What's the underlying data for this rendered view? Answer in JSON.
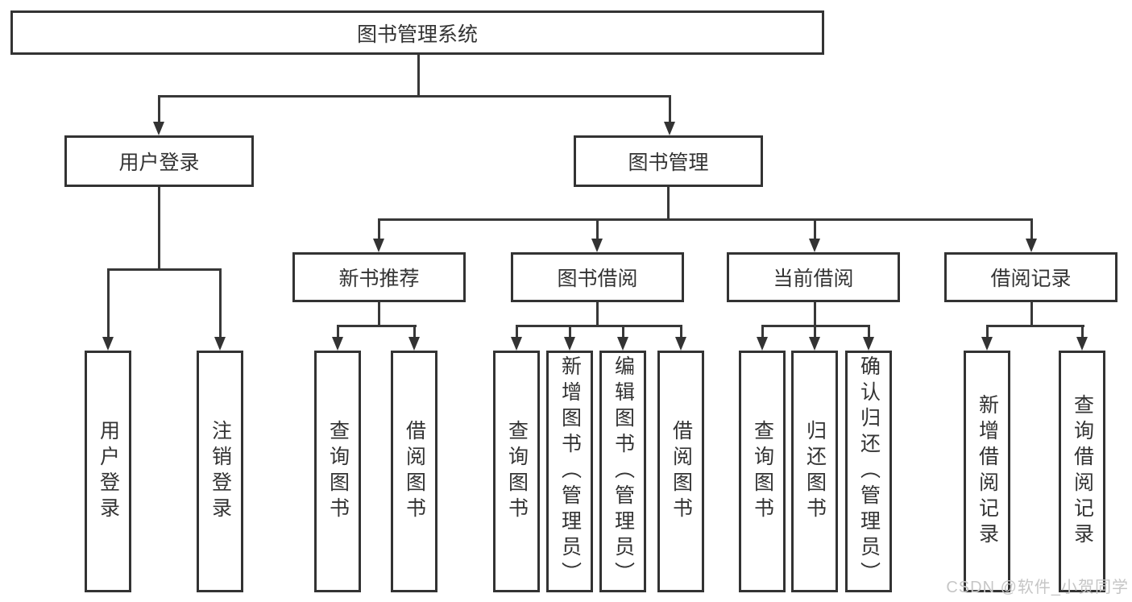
{
  "colors": {
    "box_border": "#333333",
    "connector_line": "#383838",
    "label_text": "#333333",
    "watermark_text": "#c6c6c6",
    "background": "#ffffff"
  },
  "diagram": {
    "root": {
      "label": "图书管理系统"
    },
    "level2": [
      {
        "label": "用户登录"
      },
      {
        "label": "图书管理"
      }
    ],
    "level3": [
      {
        "label": "新书推荐"
      },
      {
        "label": "图书借阅"
      },
      {
        "label": "当前借阅"
      },
      {
        "label": "借阅记录"
      }
    ],
    "leaves": {
      "user_login": [
        {
          "label": "用户登录"
        },
        {
          "label": "注销登录"
        }
      ],
      "new_books": [
        {
          "label": "查询图书"
        },
        {
          "label": "借阅图书"
        }
      ],
      "book_borrow": [
        {
          "label": "查询图书"
        },
        {
          "label": "新增图书（管理员）"
        },
        {
          "label": "编辑图书（管理员）"
        },
        {
          "label": "借阅图书"
        }
      ],
      "current_borrow": [
        {
          "label": "查询图书"
        },
        {
          "label": "归还图书"
        },
        {
          "label": "确认归还（管理员）"
        }
      ],
      "borrow_records": [
        {
          "label": "新增借阅记录"
        },
        {
          "label": "查询借阅记录"
        }
      ]
    }
  },
  "watermark": {
    "text": "CSDN @软件_小贺同学"
  }
}
